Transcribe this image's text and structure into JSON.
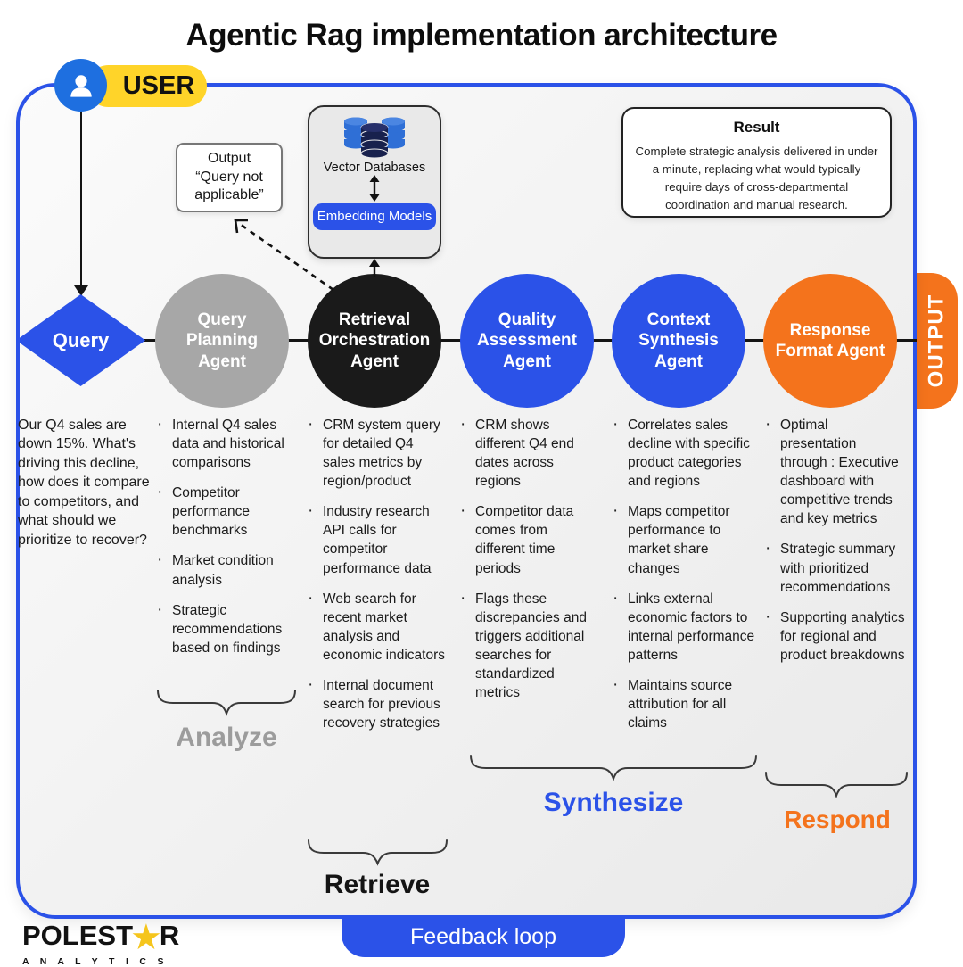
{
  "title": "Agentic Rag implementation architecture",
  "user_badge": {
    "label": "USER"
  },
  "query": {
    "label": "Query",
    "description": "Our Q4 sales are down 15%. What's driving this decline, how does it compare to competitors, and what should we prioritize to recover?"
  },
  "agents": [
    {
      "name": "Query Planning Agent",
      "color": "#A7A7A7",
      "bullets": [
        "Internal Q4 sales data and historical comparisons",
        "Competitor performance benchmarks",
        "Market condition analysis",
        "Strategic recommendations based on findings"
      ]
    },
    {
      "name": "Retrieval Orchestration Agent",
      "color": "#1A1A1A",
      "bullets": [
        "CRM system query for detailed Q4 sales metrics by region/product",
        "Industry research API calls for competitor performance data",
        "Web search for recent market analysis and economic indicators",
        "Internal document search for previous recovery strategies"
      ]
    },
    {
      "name": "Quality Assessment Agent",
      "color": "#2B52E8",
      "bullets": [
        "CRM shows different Q4 end dates across regions",
        "Competitor data comes from different time periods",
        "Flags these discrepancies and triggers additional searches for standardized metrics"
      ]
    },
    {
      "name": "Context Synthesis Agent",
      "color": "#2B52E8",
      "bullets": [
        "Correlates sales decline with specific product categories and regions",
        "Maps competitor performance to market share changes",
        "Links external economic factors to internal performance patterns",
        "Maintains source attribution for all claims"
      ]
    },
    {
      "name": "Response Format Agent",
      "color": "#F4731C",
      "bullets": [
        "Optimal presentation through : Executive dashboard with competitive trends and key metrics",
        "Strategic summary with prioritized recommendations",
        "Supporting analytics for regional and product breakdowns"
      ]
    }
  ],
  "output_tab": {
    "label": "OUTPUT"
  },
  "vector_box": {
    "label": "Vector Databases",
    "embedding_label": "Embedding Models"
  },
  "output_box": {
    "title": "Output",
    "quote": "“Query not applicable”"
  },
  "result_box": {
    "title": "Result",
    "body": "Complete strategic analysis delivered in under a minute, replacing what would typically require days of cross-departmental coordination and manual research."
  },
  "phases": [
    {
      "label": "Analyze",
      "color": "#9c9c9c"
    },
    {
      "label": "Retrieve",
      "color": "#141414"
    },
    {
      "label": "Synthesize",
      "color": "#2B52E8"
    },
    {
      "label": "Respond",
      "color": "#F4731C"
    }
  ],
  "feedback": {
    "label": "Feedback loop"
  },
  "logo": {
    "text_before_star": "POLEST",
    "text_after_star": "R",
    "subtext": "A N A L Y T I C S"
  },
  "colors": {
    "primary_blue": "#2B52E8",
    "orange": "#F4731C",
    "gray": "#A7A7A7",
    "black": "#1A1A1A",
    "yellow": "#FFD429",
    "db_icon_blue": "#2F6FD6",
    "db_icon_navy": "#18214D"
  }
}
